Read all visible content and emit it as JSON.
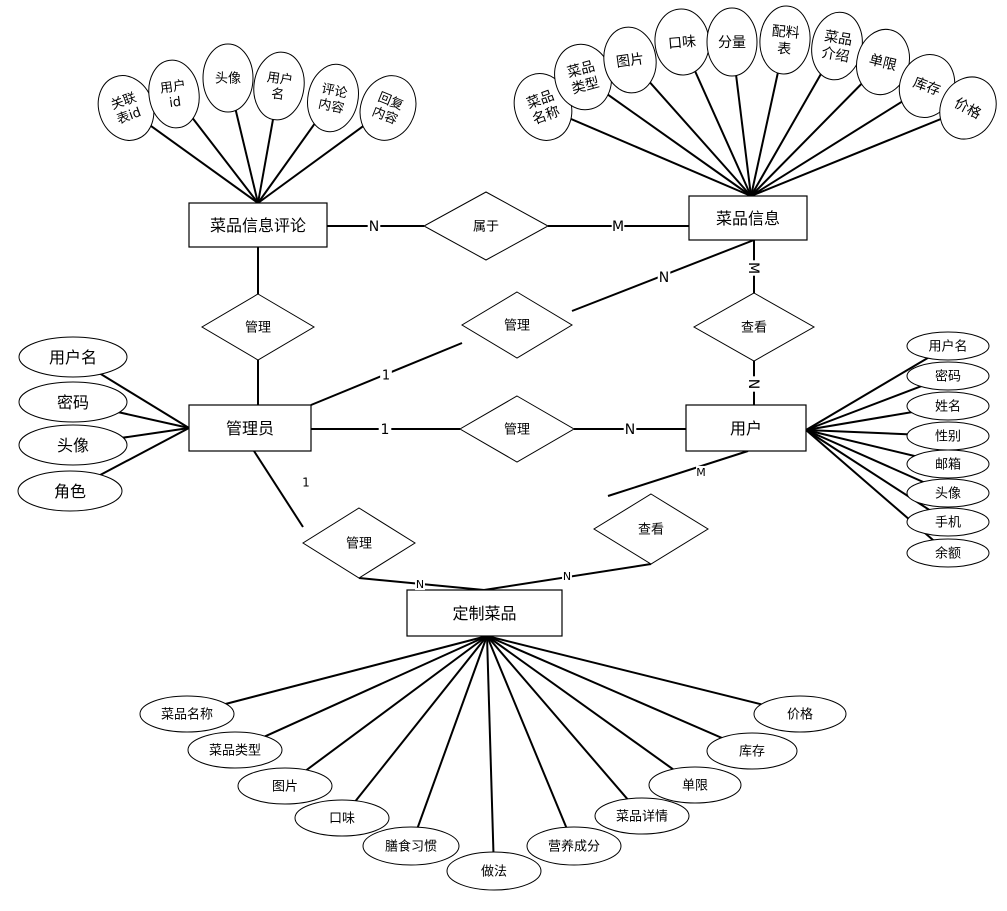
{
  "entities": {
    "comment": "菜品信息评论",
    "dish": "菜品信息",
    "admin": "管理员",
    "user": "用户",
    "custom": "定制菜品"
  },
  "relations": {
    "belongs": "属于",
    "manage_comment": "管理",
    "manage_dish": "管理",
    "view_dish": "查看",
    "manage_user": "管理",
    "manage_custom": "管理",
    "view_custom": "查看"
  },
  "cardinalities": {
    "comment_belongs": "N",
    "belongs_dish": "M",
    "admin_dish_1": "1",
    "admin_dish_n": "N",
    "dish_view": "M",
    "view_user": "N",
    "admin_user_1": "1",
    "admin_user_n": "N",
    "admin_custom_1": "1",
    "admin_custom_n": "N",
    "user_custom_m": "M",
    "user_custom_n": "N"
  },
  "attributes": {
    "comment": [
      "关联\n表id",
      "用户\nid",
      "头像",
      "用户\n名",
      "评论\n内容",
      "回复\n内容"
    ],
    "dish": [
      "菜品\n名称",
      "菜品\n类型",
      "图片",
      "口味",
      "分量",
      "配料\n表",
      "菜品\n介绍",
      "单限",
      "库存",
      "价格"
    ],
    "admin": [
      "用户名",
      "密码",
      "头像",
      "角色"
    ],
    "user": [
      "用户名",
      "密码",
      "姓名",
      "性别",
      "邮箱",
      "头像",
      "手机",
      "余额"
    ],
    "custom": [
      "菜品名称",
      "菜品类型",
      "图片",
      "口味",
      "膳食习惯",
      "做法",
      "营养成分",
      "菜品详情",
      "单限",
      "库存",
      "价格"
    ]
  }
}
